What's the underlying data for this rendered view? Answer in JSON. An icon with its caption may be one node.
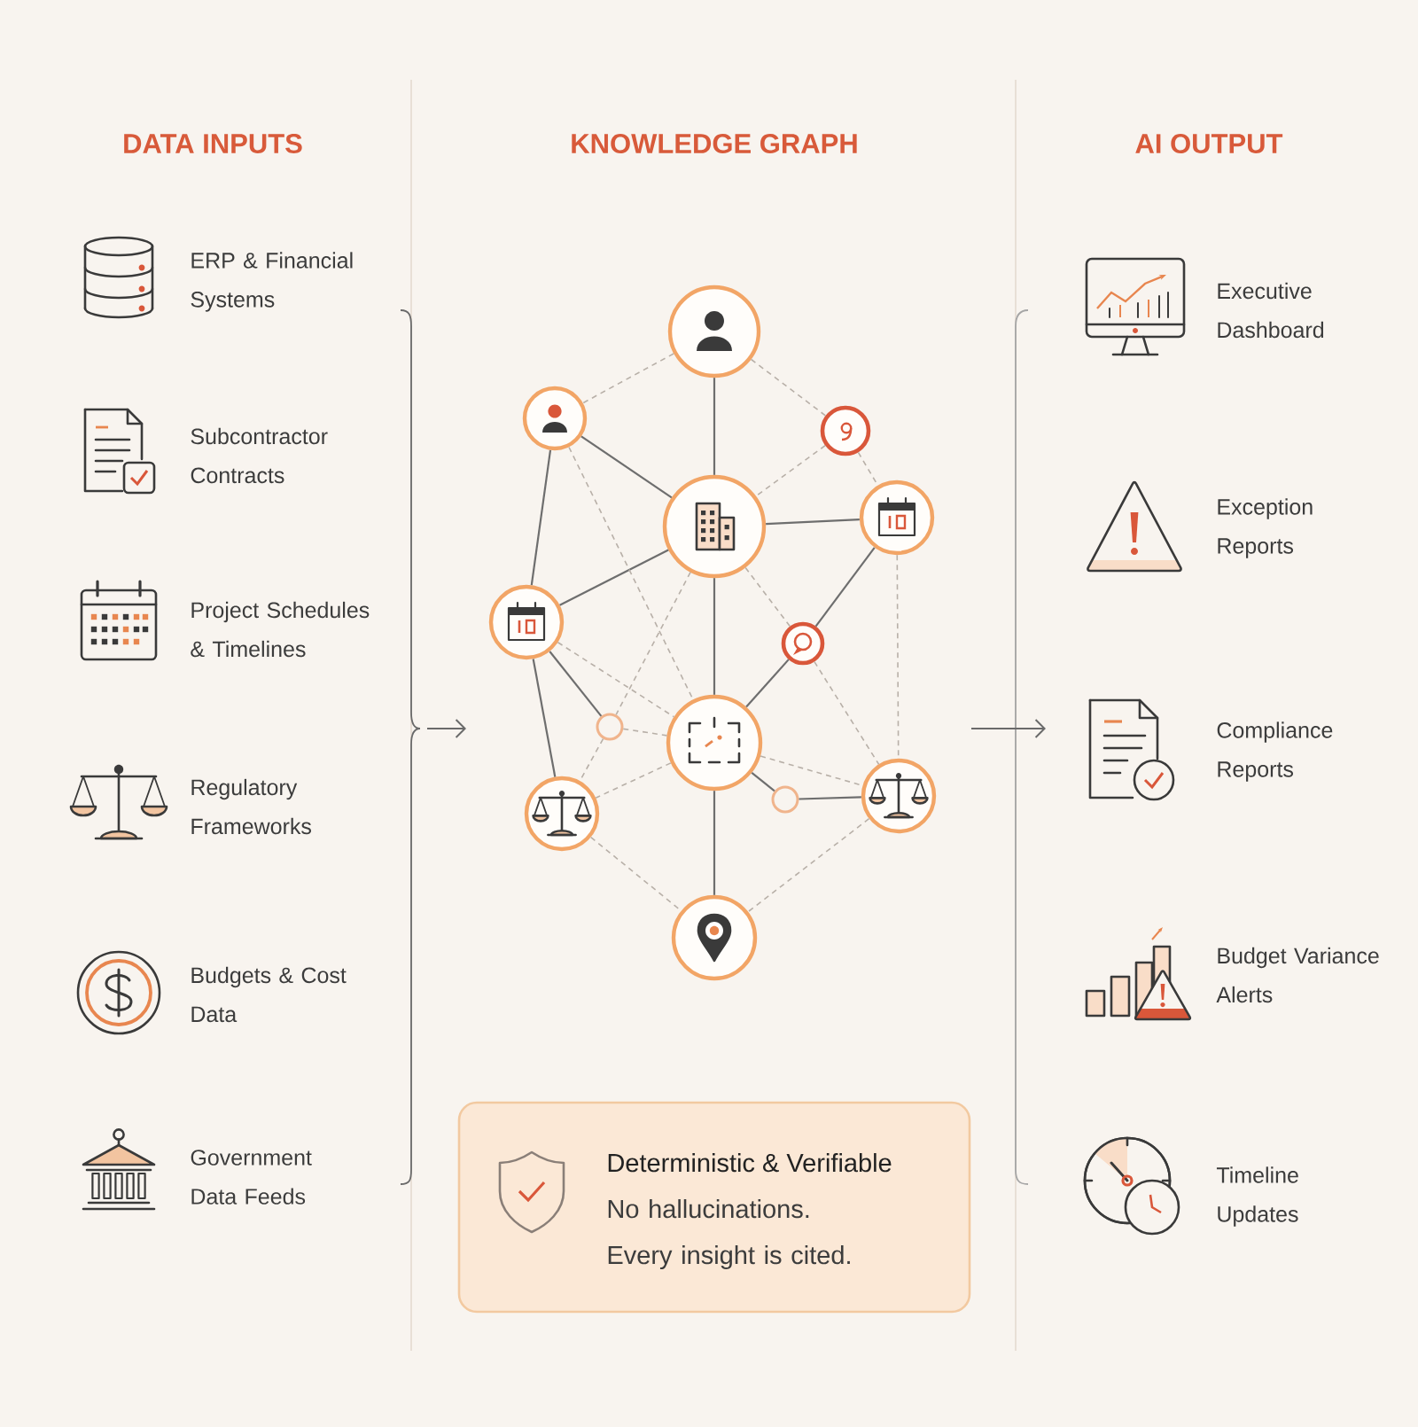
{
  "diagram": {
    "nodes": [
      {
        "text": [],
        "shape": "circle"
      },
      {
        "text": [],
        "shape": "circle"
      },
      {
        "text": [],
        "shape": "circle"
      },
      {
        "text": [],
        "shape": "circle"
      },
      {
        "text": [],
        "shape": "circle"
      },
      {
        "text": [],
        "shape": "circle"
      },
      {
        "text": [],
        "shape": "circle"
      },
      {
        "text": [],
        "shape": "circle"
      },
      {
        "text": [],
        "shape": "circle"
      },
      {
        "text": [],
        "shape": "circle"
      },
      {
        "text": [],
        "shape": "circle"
      },
      {
        "text": [],
        "shape": "circle"
      },
      {
        "text": [],
        "shape": "circle"
      },
      {
        "text": [
          "Deterministic & Verifiable",
          "No hallucinations. Every insight is cited."
        ]
      }
    ],
    "edges": [
      {
        "from": 0,
        "to": 3,
        "arrow": "none",
        "color": "#6e6e6e"
      },
      {
        "from": 1,
        "to": 3,
        "arrow": "none",
        "color": "#6e6e6e"
      },
      {
        "from": 3,
        "to": 4,
        "arrow": "none",
        "color": "#6e6e6e"
      },
      {
        "from": 3,
        "to": 5,
        "arrow": "none",
        "color": "#6e6e6e"
      },
      {
        "from": 3,
        "to": 8,
        "arrow": "none",
        "color": "#6e6e6e"
      },
      {
        "from": 4,
        "to": 6,
        "arrow": "none",
        "color": "#6e6e6e"
      },
      {
        "from": 6,
        "to": 8,
        "arrow": "none",
        "color": "#6e6e6e"
      },
      {
        "from": 1,
        "to": 5,
        "arrow": "none",
        "color": "#6e6e6e"
      },
      {
        "from": 5,
        "to": 9,
        "arrow": "none",
        "color": "#6e6e6e"
      },
      {
        "from": 5,
        "to": 7,
        "arrow": "none",
        "color": "#6e6e6e"
      },
      {
        "from": 8,
        "to": 12,
        "arrow": "none",
        "color": "#6e6e6e"
      },
      {
        "from": 8,
        "to": 10,
        "arrow": "none",
        "color": "#6e6e6e"
      },
      {
        "from": 10,
        "to": 11,
        "arrow": "none",
        "color": "#6e6e6e"
      },
      {
        "from": 0,
        "to": 1,
        "arrow": "none",
        "style": "dashed"
      },
      {
        "from": 0,
        "to": 2,
        "arrow": "none",
        "style": "dashed"
      },
      {
        "from": 2,
        "to": 3,
        "arrow": "none",
        "style": "dashed"
      },
      {
        "from": 2,
        "to": 4,
        "arrow": "none",
        "style": "dashed"
      },
      {
        "from": 1,
        "to": 8,
        "arrow": "none",
        "style": "dashed"
      },
      {
        "from": 3,
        "to": 7,
        "arrow": "none",
        "style": "dashed"
      },
      {
        "from": 7,
        "to": 9,
        "arrow": "none",
        "style": "dashed"
      },
      {
        "from": 3,
        "to": 6,
        "arrow": "none",
        "style": "dashed"
      },
      {
        "from": 5,
        "to": 8,
        "arrow": "none",
        "style": "dashed"
      },
      {
        "from": 7,
        "to": 8,
        "arrow": "none",
        "style": "dashed"
      },
      {
        "from": 6,
        "to": 11,
        "arrow": "none",
        "style": "dashed"
      },
      {
        "from": 4,
        "to": 11,
        "arrow": "none",
        "style": "dashed"
      },
      {
        "from": 8,
        "to": 11,
        "arrow": "none",
        "style": "dashed"
      },
      {
        "from": 8,
        "to": 9,
        "arrow": "none",
        "style": "dashed"
      },
      {
        "from": 9,
        "to": 12,
        "arrow": "none",
        "style": "dashed"
      },
      {
        "from": 11,
        "to": 12,
        "arrow": "none",
        "style": "dashed"
      }
    ],
    "labels": [
      "DATA INPUTS",
      "KNOWLEDGE GRAPH",
      "AI OUTPUT",
      "ERP & Financial Systems",
      "Subcontractor Contracts",
      "Project Schedules & Timelines",
      "Regulatory Frameworks",
      "Budgets & Cost Data",
      "Government Data Feeds",
      "Executive Dashboard",
      "Exception Reports",
      "Compliance Reports",
      "Budget Variance Alerts",
      "Timeline Updates"
    ]
  }
}
